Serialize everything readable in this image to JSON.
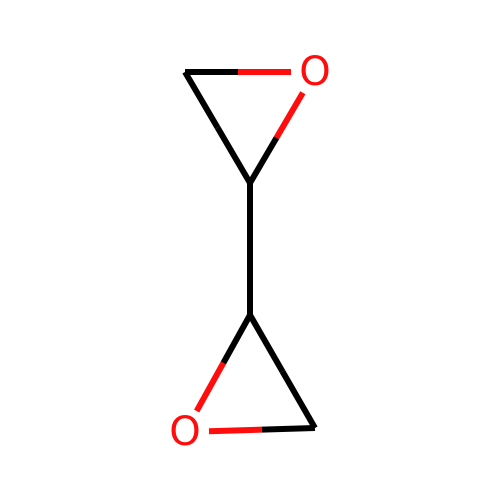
{
  "molecule": {
    "atoms": [
      {
        "id": "C1",
        "element": "C",
        "label": ""
      },
      {
        "id": "O1",
        "element": "O",
        "label": "O"
      },
      {
        "id": "C2",
        "element": "C",
        "label": ""
      },
      {
        "id": "C3",
        "element": "C",
        "label": ""
      },
      {
        "id": "O2",
        "element": "O",
        "label": "O"
      },
      {
        "id": "C4",
        "element": "C",
        "label": ""
      }
    ],
    "bonds": [
      {
        "from": "C1",
        "to": "O1",
        "order": 1
      },
      {
        "from": "O1",
        "to": "C2",
        "order": 1
      },
      {
        "from": "C2",
        "to": "C1",
        "order": 1
      },
      {
        "from": "C2",
        "to": "C3",
        "order": 1
      },
      {
        "from": "C3",
        "to": "O2",
        "order": 1
      },
      {
        "from": "O2",
        "to": "C4",
        "order": 1
      },
      {
        "from": "C4",
        "to": "C3",
        "order": 1
      }
    ]
  },
  "colors": {
    "carbon": "#000000",
    "oxygen": "#FF0D0D",
    "background": "#FFFFFF"
  }
}
